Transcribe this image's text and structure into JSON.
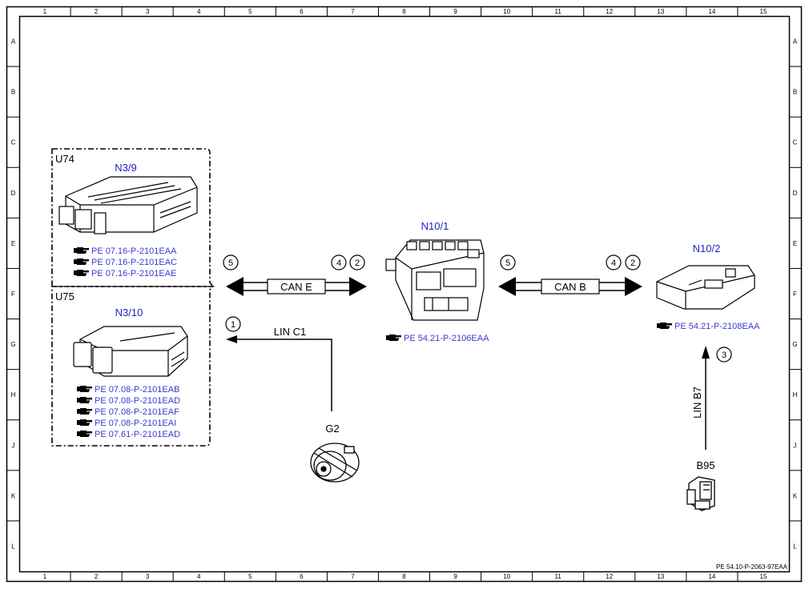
{
  "grid": {
    "columns": [
      "1",
      "2",
      "3",
      "4",
      "5",
      "6",
      "7",
      "8",
      "9",
      "10",
      "11",
      "12",
      "13",
      "14",
      "15"
    ],
    "rows": [
      "A",
      "B",
      "C",
      "D",
      "E",
      "F",
      "G",
      "H",
      "J",
      "K",
      "L"
    ]
  },
  "groups": {
    "u74": {
      "label": "U74"
    },
    "u75": {
      "label": "U75"
    }
  },
  "components": {
    "n3_9": {
      "label": "N3/9",
      "refs": [
        "PE 07.16-P-2101EAA",
        "PE 07.16-P-2101EAC",
        "PE 07.16-P-2101EAE"
      ]
    },
    "n3_10": {
      "label": "N3/10",
      "refs": [
        "PE 07.08-P-2101EAB",
        "PE 07.08-P-2101EAD",
        "PE 07.08-P-2101EAF",
        "PE 07.08-P-2101EAI",
        "PE 07.61-P-2101EAD"
      ]
    },
    "n10_1": {
      "label": "N10/1",
      "refs": [
        "PE 54.21-P-2106EAA"
      ]
    },
    "n10_2": {
      "label": "N10/2",
      "refs": [
        "PE 54.21-P-2108EAA"
      ]
    },
    "g2": {
      "label": "G2"
    },
    "b95": {
      "label": "B95"
    }
  },
  "buses": {
    "can_e": {
      "label": "CAN E",
      "left_num": "5",
      "right_nums": [
        "4",
        "2"
      ]
    },
    "can_b": {
      "label": "CAN B",
      "left_num": "5",
      "right_nums": [
        "4",
        "2"
      ]
    },
    "lin_c1": {
      "label": "LIN C1",
      "num": "1"
    },
    "lin_b7": {
      "label": "LIN B7",
      "num": "3"
    }
  },
  "doc_id": "PE 54.10-P-2063-97EAA",
  "icons": {
    "reference": "pointing-hand-icon"
  }
}
